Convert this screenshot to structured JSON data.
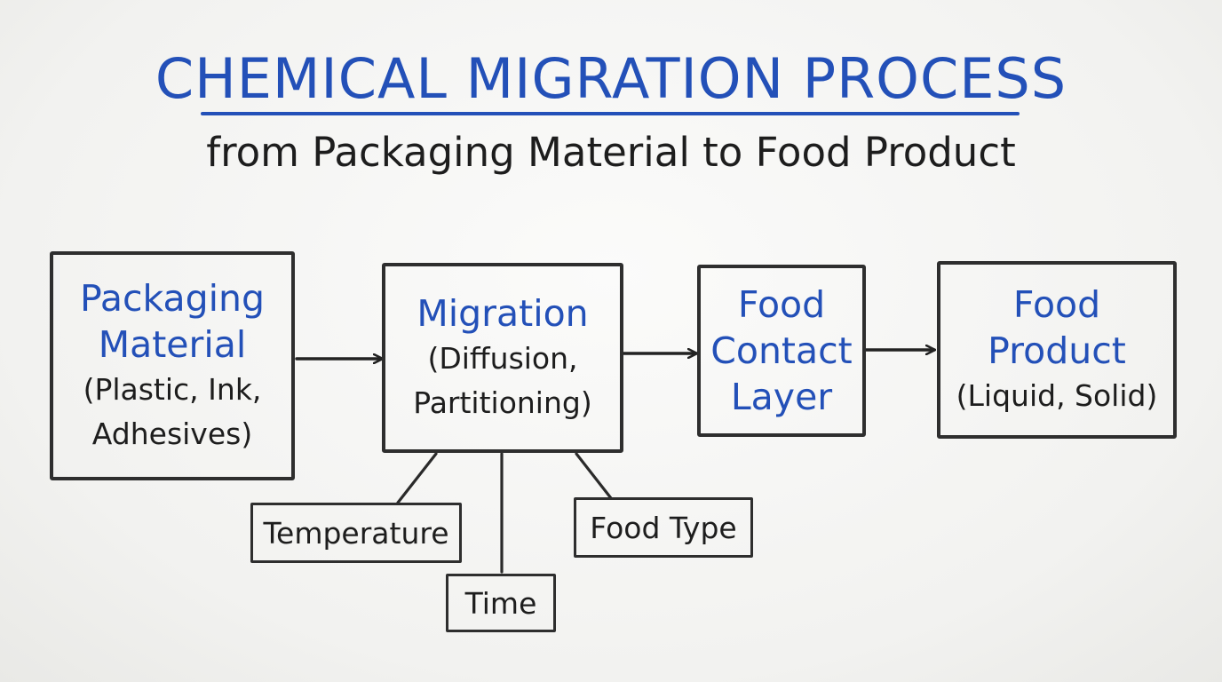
{
  "title": "CHEMICAL MIGRATION PROCESS",
  "subtitle": "from Packaging Material to Food Product",
  "colors": {
    "heading_blue": "#2350b8",
    "ink": "#1d1d1d",
    "board": "#f5f5f3"
  },
  "stages": [
    {
      "head": [
        "Packaging",
        "Material"
      ],
      "sub": [
        "(Plastic, Ink,",
        "Adhesives)"
      ]
    },
    {
      "head": [
        "Migration"
      ],
      "sub": [
        "(Diffusion,",
        "Partitioning)"
      ]
    },
    {
      "head": [
        "Food",
        "Contact",
        "Layer"
      ],
      "sub": []
    },
    {
      "head": [
        "Food",
        "Product"
      ],
      "sub": [
        "(Liquid, Solid)"
      ]
    }
  ],
  "factors": {
    "temperature": "Temperature",
    "time": "Time",
    "food_type": "Food Type"
  }
}
